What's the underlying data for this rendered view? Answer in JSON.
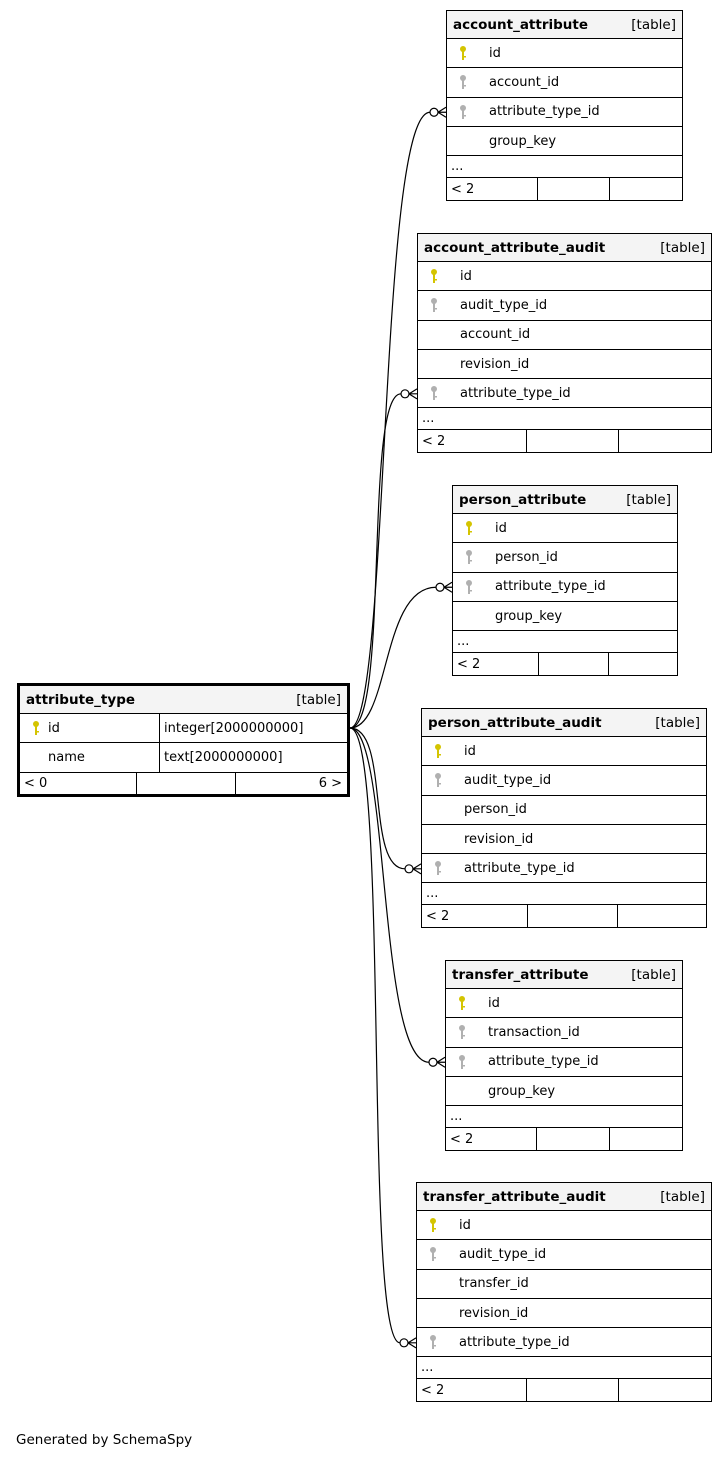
{
  "main_table": {
    "name": "attribute_type",
    "type": "[table]",
    "columns": [
      {
        "name": "id",
        "datatype": "integer[2000000000]",
        "key": "primary"
      },
      {
        "name": "name",
        "datatype": "text[2000000000]",
        "key": "none"
      }
    ],
    "footer": {
      "parents": "< 0",
      "children": "6 >"
    }
  },
  "tables": [
    {
      "name": "account_attribute",
      "type": "[table]",
      "columns": [
        {
          "name": "id",
          "key": "primary"
        },
        {
          "name": "account_id",
          "key": "foreign"
        },
        {
          "name": "attribute_type_id",
          "key": "foreign"
        },
        {
          "name": "group_key",
          "key": "none"
        }
      ],
      "ellipsis": "...",
      "footer": "< 2"
    },
    {
      "name": "account_attribute_audit",
      "type": "[table]",
      "columns": [
        {
          "name": "id",
          "key": "primary"
        },
        {
          "name": "audit_type_id",
          "key": "foreign"
        },
        {
          "name": "account_id",
          "key": "none"
        },
        {
          "name": "revision_id",
          "key": "none"
        },
        {
          "name": "attribute_type_id",
          "key": "foreign"
        }
      ],
      "ellipsis": "...",
      "footer": "< 2"
    },
    {
      "name": "person_attribute",
      "type": "[table]",
      "columns": [
        {
          "name": "id",
          "key": "primary"
        },
        {
          "name": "person_id",
          "key": "foreign"
        },
        {
          "name": "attribute_type_id",
          "key": "foreign"
        },
        {
          "name": "group_key",
          "key": "none"
        }
      ],
      "ellipsis": "...",
      "footer": "< 2"
    },
    {
      "name": "person_attribute_audit",
      "type": "[table]",
      "columns": [
        {
          "name": "id",
          "key": "primary"
        },
        {
          "name": "audit_type_id",
          "key": "foreign"
        },
        {
          "name": "person_id",
          "key": "none"
        },
        {
          "name": "revision_id",
          "key": "none"
        },
        {
          "name": "attribute_type_id",
          "key": "foreign"
        }
      ],
      "ellipsis": "...",
      "footer": "< 2"
    },
    {
      "name": "transfer_attribute",
      "type": "[table]",
      "columns": [
        {
          "name": "id",
          "key": "primary"
        },
        {
          "name": "transaction_id",
          "key": "foreign"
        },
        {
          "name": "attribute_type_id",
          "key": "foreign"
        },
        {
          "name": "group_key",
          "key": "none"
        }
      ],
      "ellipsis": "...",
      "footer": "< 2"
    },
    {
      "name": "transfer_attribute_audit",
      "type": "[table]",
      "columns": [
        {
          "name": "id",
          "key": "primary"
        },
        {
          "name": "audit_type_id",
          "key": "foreign"
        },
        {
          "name": "transfer_id",
          "key": "none"
        },
        {
          "name": "revision_id",
          "key": "none"
        },
        {
          "name": "attribute_type_id",
          "key": "foreign"
        }
      ],
      "ellipsis": "...",
      "footer": "< 2"
    }
  ],
  "colors": {
    "primary_key": "#d4c400",
    "foreign_key": "#b0b0b0",
    "header_bg": "#f4f4f4"
  },
  "footer_note": "Generated by SchemaSpy"
}
